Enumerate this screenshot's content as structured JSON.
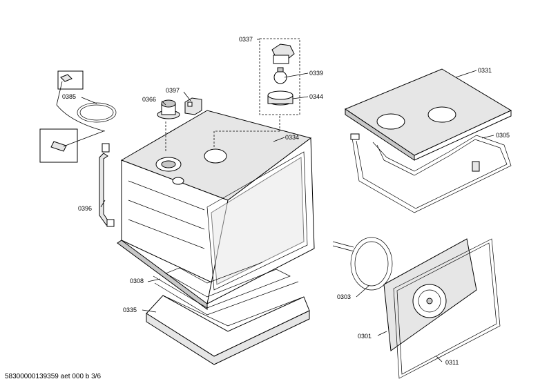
{
  "labels": {
    "p0337": "0337",
    "p0339": "0339",
    "p0344": "0344",
    "p0397": "0397",
    "p0366": "0366",
    "p0385": "0385",
    "p0334": "0334",
    "p0396": "0396",
    "p0308": "0308",
    "p0335": "0335",
    "p0331": "0331",
    "p0305": "0305",
    "p0303": "0303",
    "p0301": "0301",
    "p0311": "0311"
  },
  "footer": "58300000139359 aet 000 b 3/6"
}
